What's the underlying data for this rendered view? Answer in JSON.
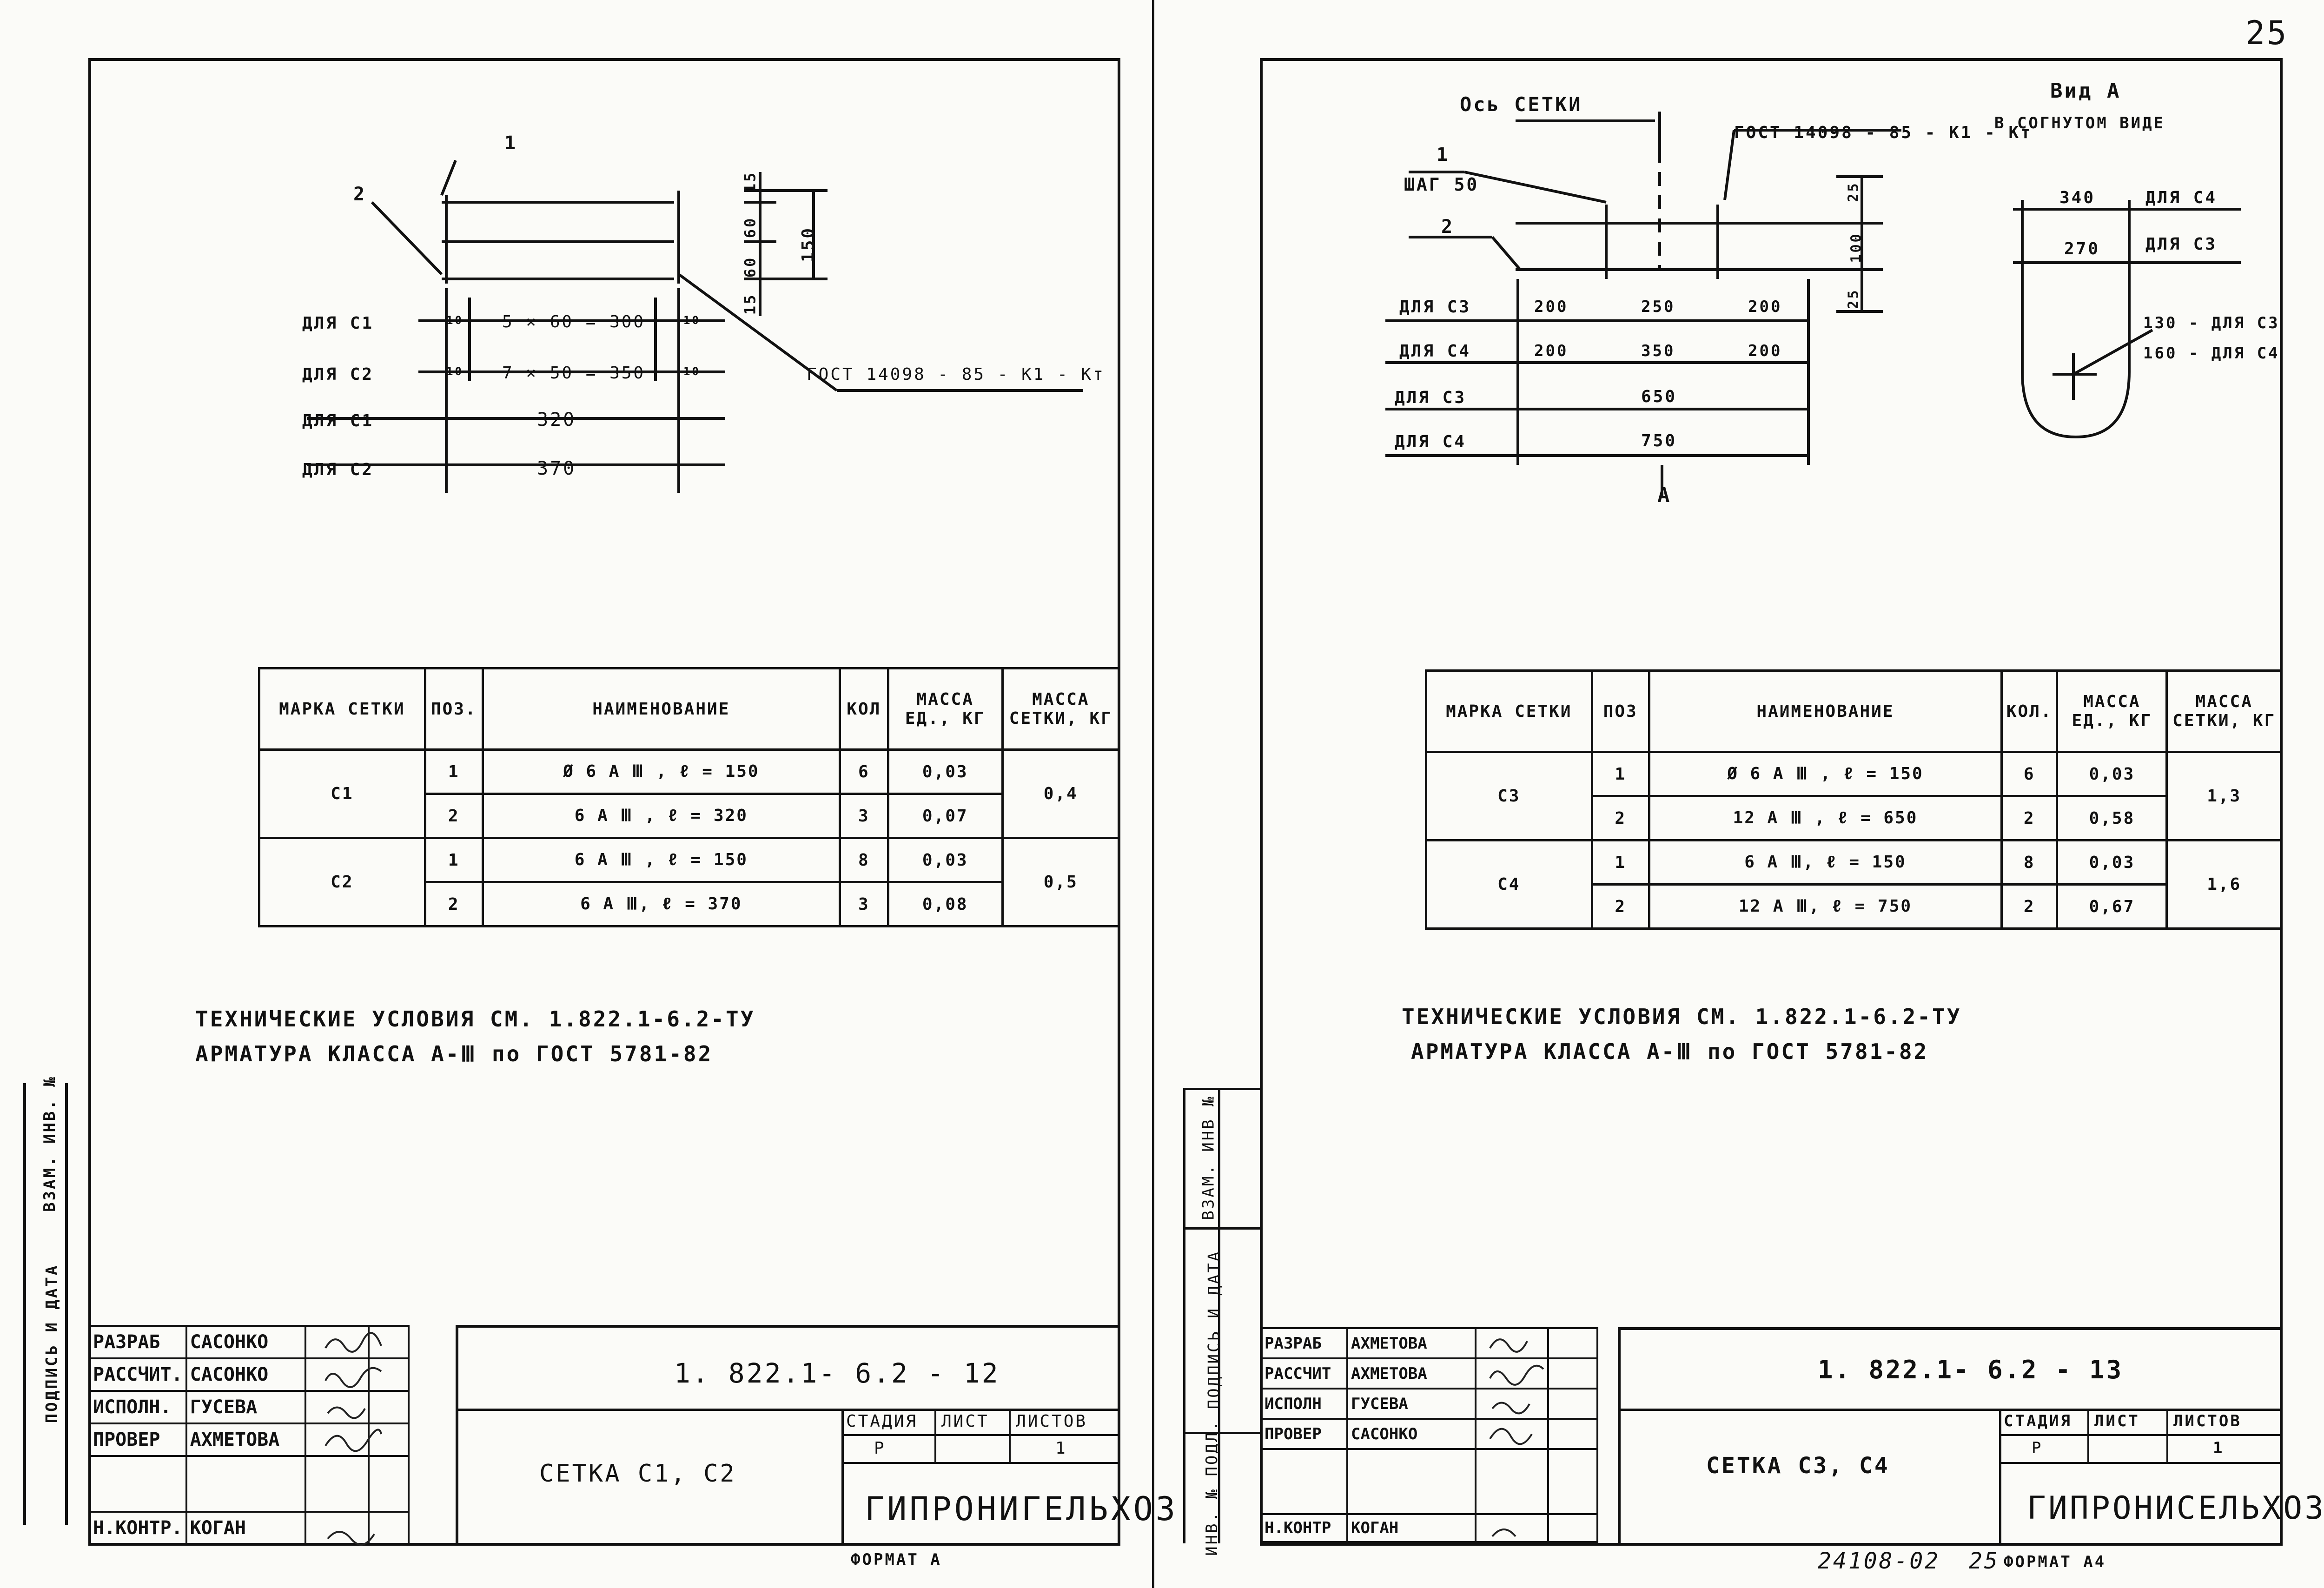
{
  "page_number": "25",
  "left": {
    "callouts": {
      "c1": "1",
      "c2": "2"
    },
    "dims_vertical": [
      "15",
      "60",
      "60",
      "15",
      "150"
    ],
    "gost_label": "ГОСТ 14098 - 85 - К1 - Кт",
    "dim_rows": [
      {
        "label": "ДЛЯ С1",
        "left": "10",
        "value": "5 × 60 = 300",
        "right": "10"
      },
      {
        "label": "ДЛЯ С2",
        "left": "10",
        "value": "7 × 50 = 350",
        "right": "10"
      },
      {
        "label": "ДЛЯ С1",
        "left": "",
        "value": "320",
        "right": ""
      },
      {
        "label": "ДЛЯ С2",
        "left": "",
        "value": "370",
        "right": ""
      }
    ],
    "table": {
      "headers": [
        "МАРКА СЕТКИ",
        "ПОЗ.",
        "НАИМЕНОВАНИЕ",
        "КОЛ",
        "МАССА ЕД., КГ",
        "МАССА СЕТКИ, КГ"
      ],
      "groups": [
        {
          "mark": "С1",
          "mass": "0,4",
          "rows": [
            {
              "pos": "1",
              "name": "Ø 6 A Ⅲ ,  ℓ = 150",
              "qty": "6",
              "unit": "0,03"
            },
            {
              "pos": "2",
              "name": "6 A Ⅲ ,  ℓ = 320",
              "qty": "3",
              "unit": "0,07"
            }
          ]
        },
        {
          "mark": "С2",
          "mass": "0,5",
          "rows": [
            {
              "pos": "1",
              "name": "6 A Ⅲ ,  ℓ = 150",
              "qty": "8",
              "unit": "0,03"
            },
            {
              "pos": "2",
              "name": "6 A Ⅲ,   ℓ = 370",
              "qty": "3",
              "unit": "0,08"
            }
          ]
        }
      ]
    },
    "notes": [
      "ТЕХНИЧЕСКИЕ УСЛОВИЯ  СМ. 1.822.1-6.2-ТУ",
      "АРМАТУРА  КЛАССА  А-Ⅲ по ГОСТ 5781-82"
    ],
    "side_labels": [
      "ВЗАМ. ИНВ. №",
      "ПОДПИСЬ И ДАТА"
    ],
    "title_block": {
      "people": [
        {
          "role": "РАЗРАБ",
          "name": "САСОНКО"
        },
        {
          "role": "РАССЧИТ.",
          "name": "САСОНКО"
        },
        {
          "role": "ИСПОЛН.",
          "name": "ГУСЕВА"
        },
        {
          "role": "ПРОВЕР",
          "name": "АХМЕТОВА"
        },
        {
          "role": "",
          "name": ""
        },
        {
          "role": "Н.КОНТР.",
          "name": "КОГАН"
        }
      ],
      "code": "1. 822.1- 6.2 - 12",
      "title": "СЕТКА  С1, С2",
      "stage_label": "СТАДИЯ",
      "sheet_label": "ЛИСТ",
      "sheets_label": "ЛИСТОВ",
      "stage": "Р",
      "sheet": "",
      "sheets": "1",
      "org": "ГИПРОНИГЕЛЬХОЗ"
    },
    "format": "ФОРМАТ А"
  },
  "right": {
    "labels": {
      "axis": "Ось  СЕТКИ",
      "gost": "ГОСТ 14098 - 85 - К1 - Кт",
      "view": "Вид  А",
      "view_sub": "В СОГНУТОМ ВИДЕ",
      "step": "ШАГ 50",
      "c1": "1",
      "c2": "2",
      "arrow": "А"
    },
    "dims_vertical": [
      "25",
      "100",
      "25"
    ],
    "dim_rows": [
      {
        "label": "ДЛЯ С3",
        "a": "200",
        "b": "250",
        "c": "200"
      },
      {
        "label": "ДЛЯ С4",
        "a": "200",
        "b": "350",
        "c": "200"
      },
      {
        "label": "ДЛЯ С3",
        "a": "",
        "b": "650",
        "c": ""
      },
      {
        "label": "ДЛЯ С4",
        "a": "",
        "b": "750",
        "c": ""
      }
    ],
    "bent_dims": [
      {
        "value": "340",
        "label": "ДЛЯ С4"
      },
      {
        "value": "270",
        "label": "ДЛЯ С3"
      },
      {
        "value": "130 - ДЛЯ С3",
        "label": ""
      },
      {
        "value": "160 - ДЛЯ С4",
        "label": ""
      }
    ],
    "table": {
      "headers": [
        "МАРКА СЕТКИ",
        "ПОЗ",
        "НАИМЕНОВАНИЕ",
        "КОЛ.",
        "МАССА ЕД., КГ",
        "МАССА СЕТКИ, КГ"
      ],
      "groups": [
        {
          "mark": "С3",
          "mass": "1,3",
          "rows": [
            {
              "pos": "1",
              "name": "Ø 6 A Ⅲ ,  ℓ = 150",
              "qty": "6",
              "unit": "0,03"
            },
            {
              "pos": "2",
              "name": "12 A Ⅲ ,  ℓ = 650",
              "qty": "2",
              "unit": "0,58"
            }
          ]
        },
        {
          "mark": "С4",
          "mass": "1,6",
          "rows": [
            {
              "pos": "1",
              "name": "6 A Ⅲ,   ℓ = 150",
              "qty": "8",
              "unit": "0,03"
            },
            {
              "pos": "2",
              "name": "12 A Ⅲ,   ℓ = 750",
              "qty": "2",
              "unit": "0,67"
            }
          ]
        }
      ]
    },
    "notes": [
      "ТЕХНИЧЕСКИЕ УСЛОВИЯ  СМ. 1.822.1-6.2-ТУ",
      "АРМАТУРА  КЛАССА  А-Ⅲ по ГОСТ 5781-82"
    ],
    "side_labels": [
      "ВЗАМ. ИНВ №",
      "ПОДПИСЬ И ДАТА",
      "ИНВ. № ПОДЛ."
    ],
    "title_block": {
      "people": [
        {
          "role": "РАЗРАБ",
          "name": "АХМЕТОВА"
        },
        {
          "role": "РАССЧИТ",
          "name": "АХМЕТОВА"
        },
        {
          "role": "ИСПОЛН",
          "name": "ГУСЕВА"
        },
        {
          "role": "ПРОВЕР",
          "name": "САСОНКО"
        },
        {
          "role": "",
          "name": ""
        },
        {
          "role": "Н.КОНТР",
          "name": "КОГАН"
        }
      ],
      "code": "1. 822.1- 6.2 - 13",
      "title": "СЕТКА  С3, С4",
      "stage_label": "СТАДИЯ",
      "sheet_label": "ЛИСТ",
      "sheets_label": "ЛИСТОВ",
      "stage": "Р",
      "sheet": "",
      "sheets": "1",
      "org": "ГИПРОНИСЕЛЬХОЗ"
    },
    "footer_number": "24108-02",
    "footer_sheet": "25",
    "format": "ФОРМАТ А4"
  }
}
